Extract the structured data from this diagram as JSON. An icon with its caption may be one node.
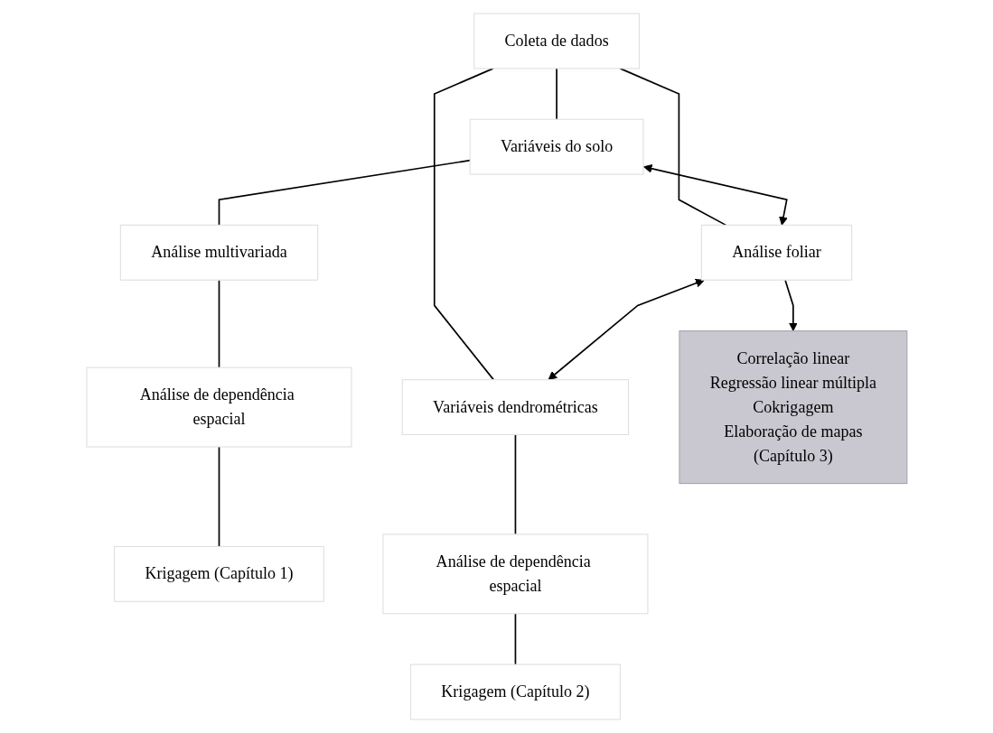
{
  "diagram": {
    "nodes": [
      {
        "text": [
          "Coleta de dados"
        ]
      },
      {
        "text": [
          "Variáveis do solo"
        ]
      },
      {
        "text": [
          "Análise foliar"
        ]
      },
      {
        "text": [
          "Variáveis dendrométricas"
        ]
      },
      {
        "text": [
          "Análise multivariada"
        ]
      },
      {
        "text": [
          "Análise de dependência espacial"
        ]
      },
      {
        "text": [
          "Krigagem (Capítulo 1)"
        ]
      },
      {
        "text": [
          "Correlação linear",
          "Regressão linear múltipla",
          "Cokrigagem",
          "Elaboração de mapas",
          "(Capítulo 3)"
        ]
      },
      {
        "text": [
          "Análise de dependência espacial"
        ]
      },
      {
        "text": [
          "Krigagem (Capítulo 2)"
        ]
      }
    ],
    "edges": [
      {
        "from": 0,
        "to": 1,
        "arrow": "none"
      },
      {
        "from": 0,
        "to": 2,
        "arrow": "none"
      },
      {
        "from": 0,
        "to": 3,
        "arrow": "none"
      },
      {
        "from": 1,
        "to": 2,
        "arrow": "both"
      },
      {
        "from": 2,
        "to": 3,
        "arrow": "both"
      },
      {
        "from": 2,
        "to": 7,
        "arrow": "to"
      },
      {
        "from": 1,
        "to": 4,
        "arrow": "none"
      },
      {
        "from": 4,
        "to": 5,
        "arrow": "none"
      },
      {
        "from": 5,
        "to": 6,
        "arrow": "none"
      },
      {
        "from": 3,
        "to": 8,
        "arrow": "none"
      },
      {
        "from": 8,
        "to": 9,
        "arrow": "none"
      }
    ]
  }
}
